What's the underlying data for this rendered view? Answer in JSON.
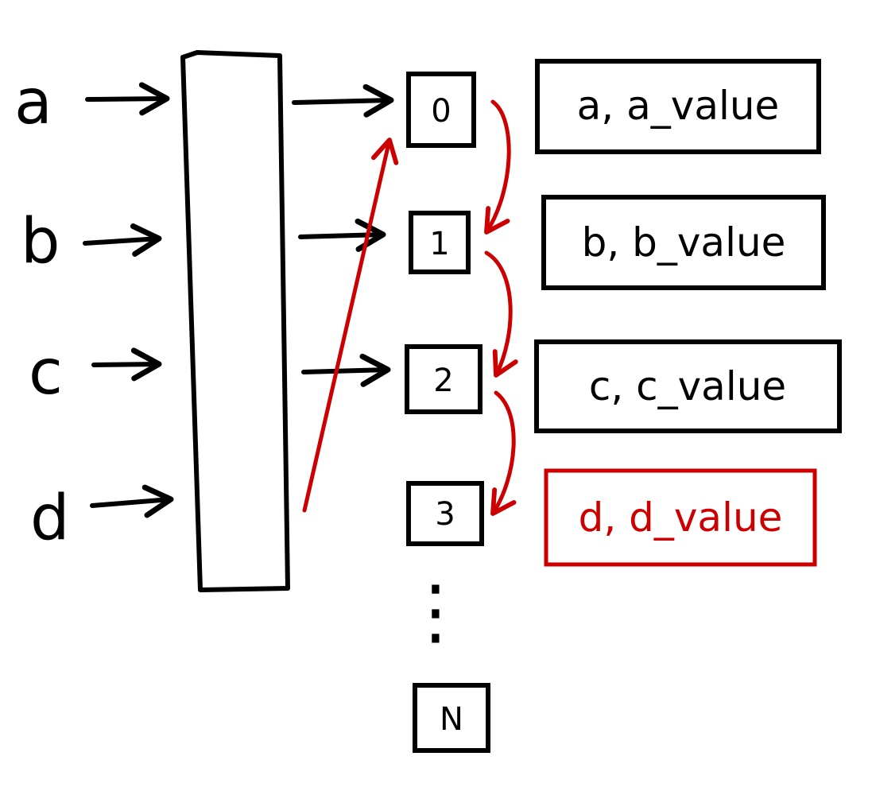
{
  "colors": {
    "ink": "#000000",
    "accent": "#cc0000",
    "background": "#ffffff"
  },
  "keys": [
    "a",
    "b",
    "c",
    "d"
  ],
  "slots": [
    "0",
    "1",
    "2",
    "3",
    "N"
  ],
  "ellipsis": "⋮",
  "entries": [
    {
      "text": "a, a_value",
      "highlight": false
    },
    {
      "text": "b, b_value",
      "highlight": false
    },
    {
      "text": "c, c_value",
      "highlight": false
    },
    {
      "text": "d, d_value",
      "highlight": true
    }
  ]
}
